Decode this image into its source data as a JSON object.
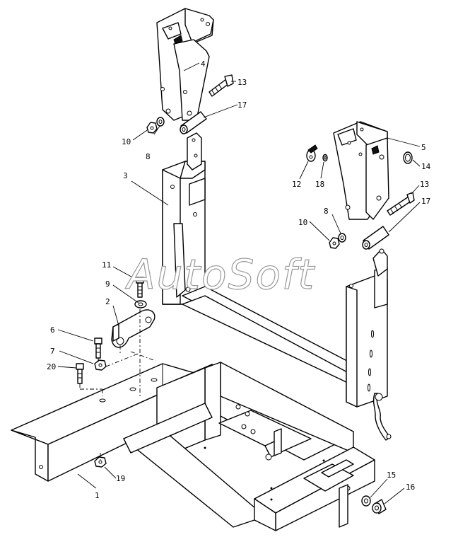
{
  "watermark": "AutoSoft",
  "callouts": {
    "c1": "1",
    "c2": "2",
    "c3": "3",
    "c4": "4",
    "c5": "5",
    "c6": "6",
    "c7": "7",
    "c8a": "8",
    "c8b": "8",
    "c9": "9",
    "c10a": "10",
    "c10b": "10",
    "c11": "11",
    "c12": "12",
    "c13a": "13",
    "c13b": "13",
    "c14": "14",
    "c15": "15",
    "c16": "16",
    "c17a": "17",
    "c17b": "17",
    "c18": "18",
    "c19": "19",
    "c20": "20"
  }
}
